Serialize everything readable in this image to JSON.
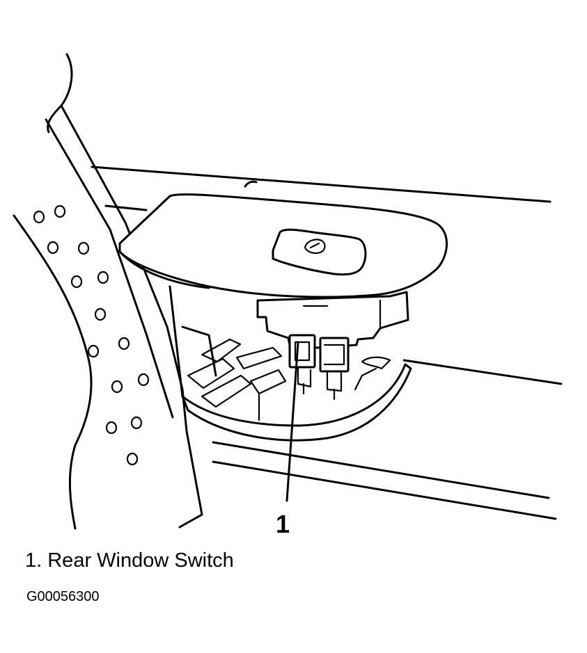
{
  "callout": {
    "number": "1"
  },
  "caption": {
    "text": "1. Rear Window Switch"
  },
  "figure_code": "G00056300",
  "colors": {
    "line": "#000000",
    "background": "#ffffff"
  }
}
